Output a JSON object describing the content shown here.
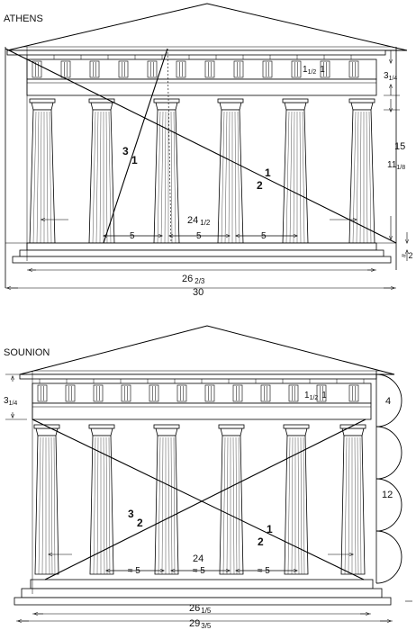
{
  "athens": {
    "title": "ATHENS",
    "labels": {
      "triglyph_ratio_a": "1",
      "triglyph_ratio_a_frac": "1/2",
      "triglyph_ratio_b": "1",
      "entablature_a": "3",
      "entablature_frac": "1/4",
      "ratio_3": "3",
      "ratio_1_left": "1",
      "ratio_1_right": "1",
      "ratio_2": "2",
      "height_15": "15",
      "column_11": "11",
      "column_frac": "1/8",
      "interval_24": "24",
      "interval_frac": "1/2",
      "span_5a": "5",
      "span_5b": "5",
      "span_5c": "5",
      "approx_2": "≈ 2",
      "stylobate_26": "26",
      "stylobate_frac": "2/3",
      "total_30": "30"
    }
  },
  "sounion": {
    "title": "SOUNION",
    "labels": {
      "triglyph_ratio_a": "1",
      "triglyph_ratio_a_frac": "1/2",
      "triglyph_ratio_b": "1",
      "entablature_a": "3",
      "entablature_frac": "1/4",
      "circle_4": "4",
      "circle_12": "12",
      "ratio_3": "3",
      "ratio_2_left": "2",
      "ratio_1_right": "1",
      "ratio_2_right": "2",
      "interval_24": "24",
      "span_5a": "≈ 5",
      "span_5b": "≈ 5",
      "span_5c": "≈ 5",
      "stylobate_26": "26",
      "stylobate_frac": "1/5",
      "total_29": "29",
      "total_frac": "3/5"
    }
  }
}
